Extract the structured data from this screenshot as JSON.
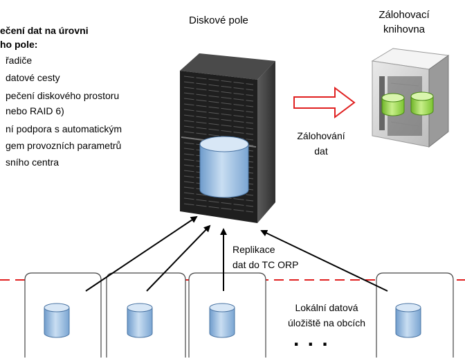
{
  "left_panel": {
    "title_line1": "ečení dat na úrovni",
    "title_line2": "ho pole:",
    "lines": [
      "řadiče",
      "datové cesty",
      "pečení diskového prostoru",
      "nebo RAID 6)",
      "ní podpora s automatickým",
      "gem provozních parametrů",
      "sního centra"
    ]
  },
  "disk_array": {
    "label": "Diskové pole"
  },
  "backup_library": {
    "label_line1": "Zálohovací",
    "label_line2": "knihovna"
  },
  "backup_arrow": {
    "label_line1": "Zálohování",
    "label_line2": "dat"
  },
  "replication": {
    "label_line1": "Replikace",
    "label_line2": "dat do TC ORP"
  },
  "local_storage": {
    "label_line1": "Lokální datová",
    "label_line2": "úložiště na obcích",
    "ellipsis": ". . ."
  },
  "colors": {
    "arrow_red": "#e02020",
    "dashed_red": "#e02020",
    "cylinder_blue": "#8fb4dc",
    "cylinder_green": "#8fd13a",
    "server_dark": "#2a2a2a"
  },
  "icons": {
    "server": "server-rack-icon",
    "tape_library": "tape-library-icon",
    "database": "database-cylinder-icon"
  }
}
